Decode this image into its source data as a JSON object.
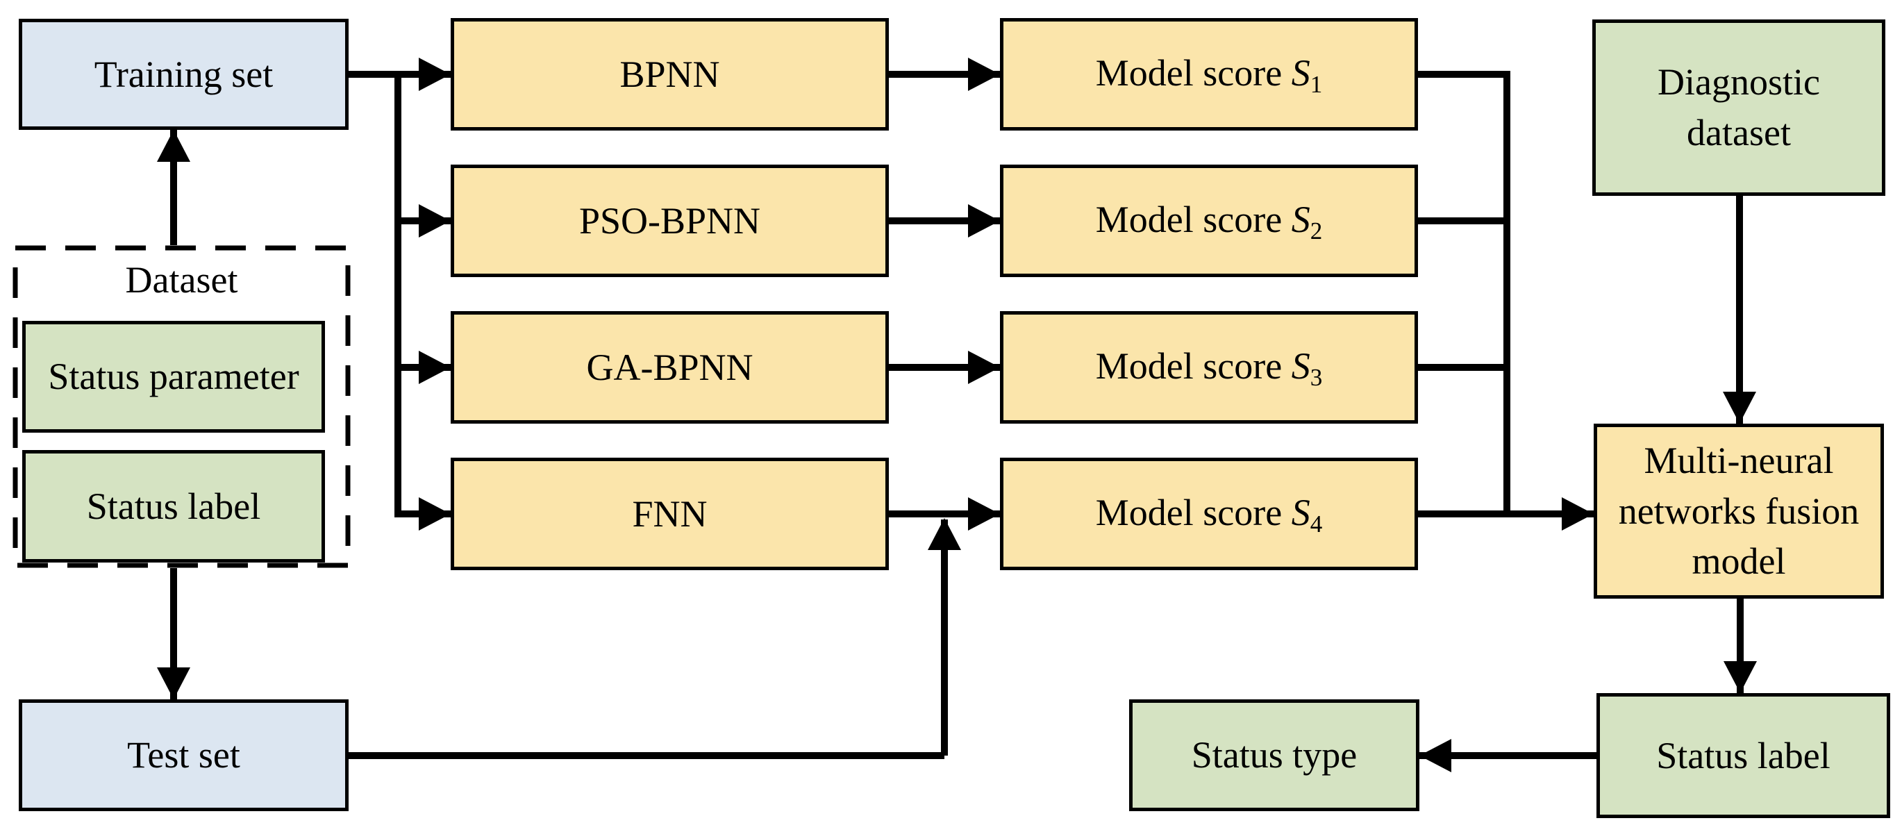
{
  "colors": {
    "box_blue": "#dce6f1",
    "box_green": "#d5e3c2",
    "box_yellow": "#fbe5ab",
    "line_black": "#000000"
  },
  "nodes": {
    "training_set": "Training set",
    "dataset_group": "Dataset",
    "status_parameter": "Status parameter",
    "status_label_input": "Status label",
    "test_set": "Test set",
    "networks": [
      "BPNN",
      "PSO-BPNN",
      "GA-BPNN",
      "FNN"
    ],
    "scores": [
      {
        "prefix": "Model score ",
        "symbol": "S",
        "subscript": "1"
      },
      {
        "prefix": "Model score ",
        "symbol": "S",
        "subscript": "2"
      },
      {
        "prefix": "Model score ",
        "symbol": "S",
        "subscript": "3"
      },
      {
        "prefix": "Model score ",
        "symbol": "S",
        "subscript": "4"
      }
    ],
    "diagnostic_dataset": "Diagnostic dataset",
    "fusion_model": "Multi-neural networks fusion model",
    "status_label_output": "Status label",
    "status_type": "Status type"
  }
}
